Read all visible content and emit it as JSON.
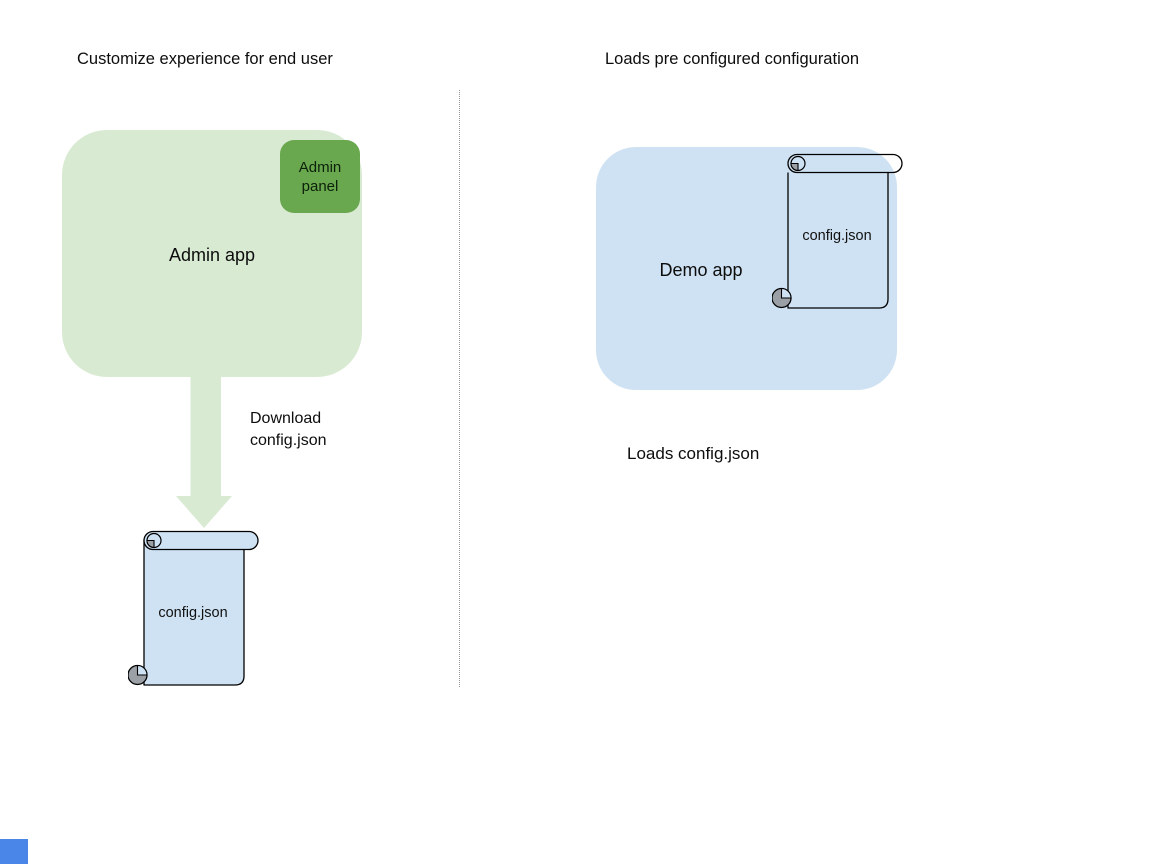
{
  "left_section": {
    "title": "Customize experience for end user",
    "admin_app": {
      "label": "Admin app"
    },
    "admin_panel": {
      "label": "Admin panel"
    },
    "download_arrow": {
      "label": "Download\nconfig.json"
    },
    "config_file": {
      "label": "config.json"
    }
  },
  "right_section": {
    "title": "Loads pre configured configuration",
    "demo_app": {
      "label": "Demo app"
    },
    "config_file": {
      "label": "config.json"
    },
    "caption": "Loads config.json"
  },
  "colors": {
    "admin_app_fill": "#d9ead3",
    "admin_panel_fill": "#6aa84f",
    "arrow_fill": "#d9ead3",
    "demo_app_fill": "#cfe2f3",
    "scroll_fill": "#cfe2f3",
    "scroll_curl_fill": "#9aa0a6",
    "shape_stroke": "#000000",
    "divider_color": "#999999",
    "corner_square_fill": "#4a86e8",
    "text_color": "#0d0d0d"
  }
}
